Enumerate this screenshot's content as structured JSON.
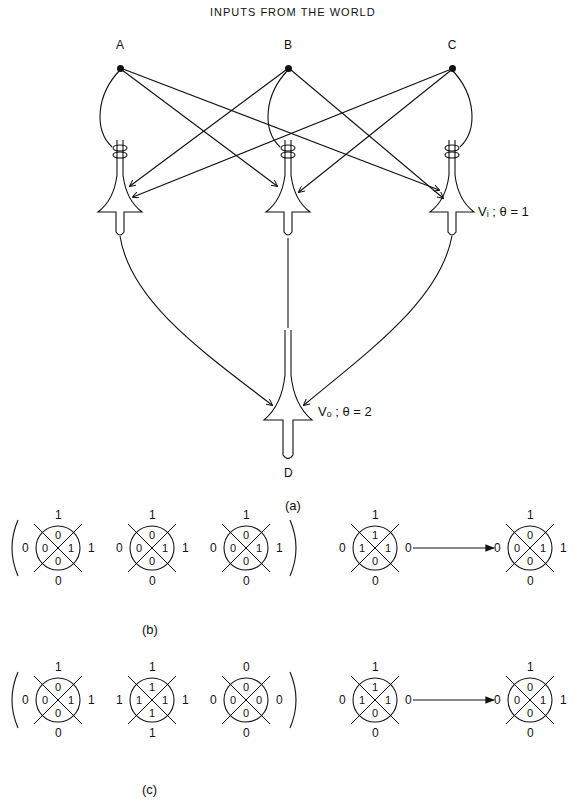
{
  "diagram": {
    "title": "INPUTS FROM THE WORLD",
    "nodes": [
      {
        "text": [
          "A"
        ]
      },
      {
        "text": [
          "B"
        ]
      },
      {
        "text": [
          "C"
        ]
      },
      {
        "text": [
          "1",
          "0",
          "0",
          "0",
          "1",
          "0",
          "1",
          "0"
        ]
      },
      {
        "text": [
          "1",
          "0",
          "0",
          "0",
          "1",
          "0",
          "1",
          "0"
        ]
      },
      {
        "text": [
          "1",
          "0",
          "0",
          "0",
          "1",
          "0",
          "1",
          "0"
        ]
      },
      {
        "text": [
          "1",
          "0",
          "1",
          "1",
          "1",
          "0",
          "0",
          "0"
        ]
      },
      {
        "text": [
          "1",
          "0",
          "0",
          "0",
          "1",
          "0",
          "1",
          "0"
        ]
      },
      {
        "text": [
          "1",
          "0",
          "0",
          "0",
          "1",
          "0",
          "1",
          "0"
        ]
      },
      {
        "text": [
          "1",
          "1",
          "1",
          "1",
          "1",
          "1",
          "1",
          "1"
        ]
      },
      {
        "text": [
          "0",
          "0",
          "0",
          "0",
          "0",
          "0",
          "0",
          "0"
        ]
      },
      {
        "text": [
          "1",
          "0",
          "1",
          "1",
          "1",
          "0",
          "0",
          "0"
        ]
      },
      {
        "text": [
          "1",
          "0",
          "0",
          "0",
          "1",
          "0",
          "1",
          "0"
        ]
      }
    ],
    "edges": [
      {
        "from": 6,
        "to": 7,
        "arrow": "to"
      },
      {
        "from": 11,
        "to": 12,
        "arrow": "to"
      }
    ],
    "labels": [
      "(a)",
      "Vᵢ ; θ = 1",
      "Vₒ ; θ = 2",
      "D",
      "(b)",
      "(c)"
    ]
  }
}
